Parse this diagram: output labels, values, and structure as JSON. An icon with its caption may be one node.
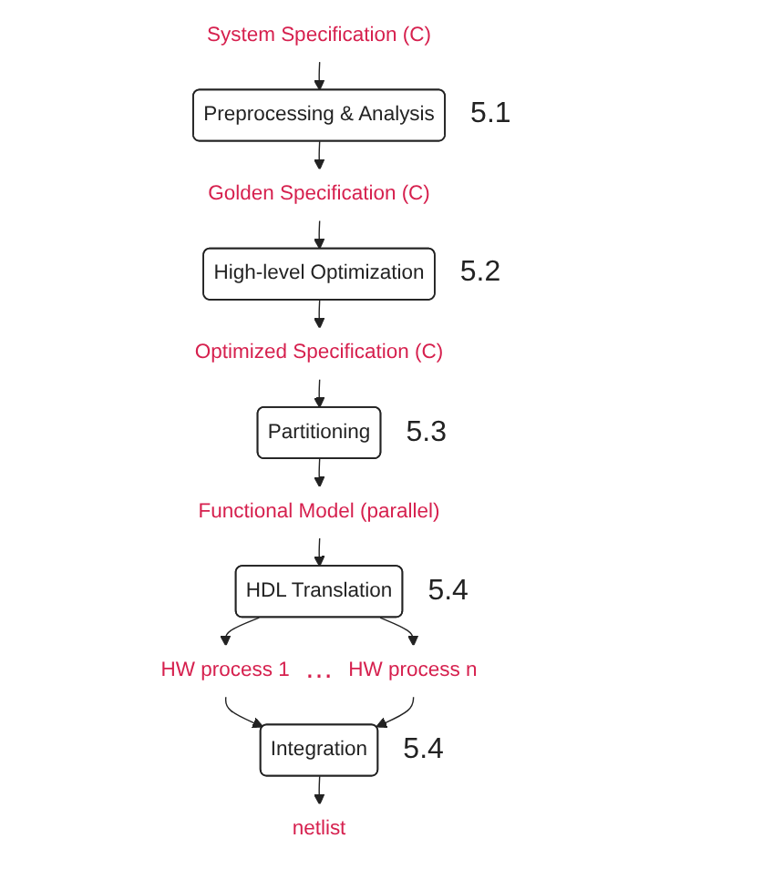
{
  "diagram": {
    "nodes": [
      {
        "text": [
          "System Specification (C)"
        ]
      },
      {
        "text": [
          "Preprocessing & Analysis"
        ],
        "beside": [
          "5.1"
        ]
      },
      {
        "text": [
          "Golden Specification (C)"
        ]
      },
      {
        "text": [
          "High-level Optimization"
        ],
        "beside": [
          "5.2"
        ]
      },
      {
        "text": [
          "Optimized Specification (C)"
        ]
      },
      {
        "text": [
          "Partitioning"
        ],
        "beside": [
          "5.3"
        ]
      },
      {
        "text": [
          "Functional Model (parallel)"
        ]
      },
      {
        "text": [
          "HDL Translation"
        ],
        "beside": [
          "5.4"
        ]
      },
      {
        "text": [
          "HW process 1"
        ]
      },
      {
        "text": [
          "HW process n"
        ]
      },
      {
        "text": [
          "Integration"
        ],
        "beside": [
          "5.4"
        ]
      },
      {
        "text": [
          "netlist"
        ]
      }
    ],
    "edges": [
      {
        "from": 0,
        "to": 1,
        "arrow": "to"
      },
      {
        "from": 1,
        "to": 2,
        "arrow": "to"
      },
      {
        "from": 2,
        "to": 3,
        "arrow": "to"
      },
      {
        "from": 3,
        "to": 4,
        "arrow": "to"
      },
      {
        "from": 4,
        "to": 5,
        "arrow": "to"
      },
      {
        "from": 5,
        "to": 6,
        "arrow": "to"
      },
      {
        "from": 6,
        "to": 7,
        "arrow": "to"
      },
      {
        "from": 7,
        "to": 8,
        "arrow": "to"
      },
      {
        "from": 7,
        "to": 9,
        "arrow": "to"
      },
      {
        "from": 8,
        "to": 10,
        "arrow": "to"
      },
      {
        "from": 9,
        "to": 10,
        "arrow": "to"
      },
      {
        "from": 10,
        "to": 11,
        "arrow": "to"
      }
    ],
    "labels": [
      "…"
    ]
  }
}
